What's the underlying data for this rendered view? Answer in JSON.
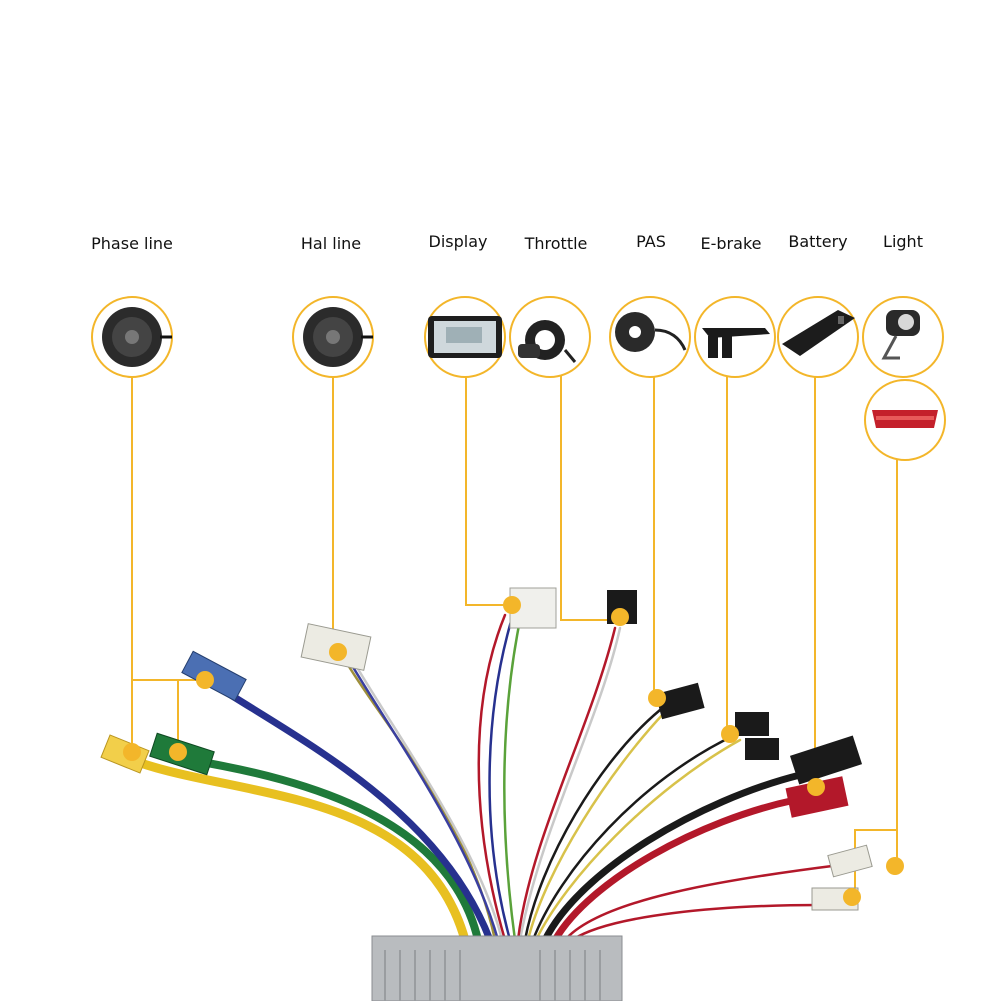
{
  "labels": {
    "phase_line": "Phase line",
    "hal_line": "Hal line",
    "display": "Display",
    "throttle": "Throttle",
    "pas": "PAS",
    "e_brake": "E-brake",
    "battery": "Battery",
    "light": "Light"
  },
  "icons": {
    "phase_line": "hub-motor-icon",
    "hal_line": "hub-motor-icon",
    "display": "lcd-display-icon",
    "throttle": "thumb-throttle-icon",
    "pas": "pedal-sensor-icon",
    "e_brake": "brake-lever-icon",
    "battery": "frame-battery-icon",
    "light": "head-light-icon",
    "tail_light": "tail-light-icon"
  },
  "colors": {
    "accent": "#f3b62a",
    "wire_yellow": "#e8c020",
    "wire_green": "#1f7a3a",
    "wire_blue": "#27318f",
    "wire_red": "#b3182a",
    "wire_black": "#1a1a1a",
    "controller": "#b9bcbf"
  }
}
